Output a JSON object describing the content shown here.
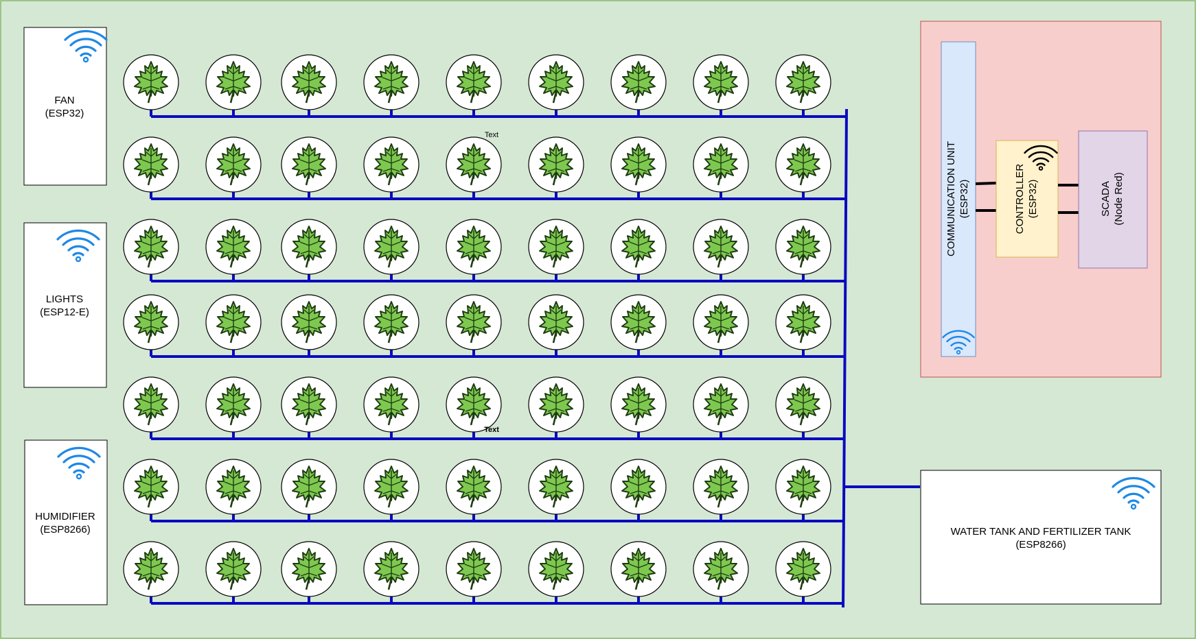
{
  "background_color": "#d5e8d4",
  "pipe_color": "#0a0abf",
  "plant_color": "#7ec850",
  "nodes": {
    "fan": {
      "line1": "FAN",
      "line2": "(ESP32)",
      "icon": "wifi-icon"
    },
    "lights": {
      "line1": "LIGHTS",
      "line2": "(ESP12-E)",
      "icon": "wifi-icon"
    },
    "humidifier": {
      "line1": "HUMIDIFIER",
      "line2": "(ESP8266)",
      "icon": "wifi-icon"
    },
    "water_tank": {
      "line1": "WATER TANK AND FERTILIZER TANK",
      "line2": "(ESP8266)",
      "icon": "wifi-icon"
    }
  },
  "control_panel": {
    "color": "#f8cecc",
    "communication_unit": {
      "line1": "COMMUNICATION UNIT",
      "line2": "(ESP32)",
      "color": "#dae8fc",
      "icon": "wifi-icon"
    },
    "controller": {
      "line1": "CONTROLLER",
      "line2": "(ESP32)",
      "color": "#fff2cc",
      "icon": "wifi-icon"
    },
    "scada": {
      "line1": "SCADA",
      "line2": "(Node Red)",
      "color": "#e1d5e7"
    }
  },
  "stray_labels": [
    "Text",
    "Text"
  ],
  "plant_grid": {
    "rows": 7,
    "columns": 9,
    "icon": "maple-leaf-icon"
  }
}
